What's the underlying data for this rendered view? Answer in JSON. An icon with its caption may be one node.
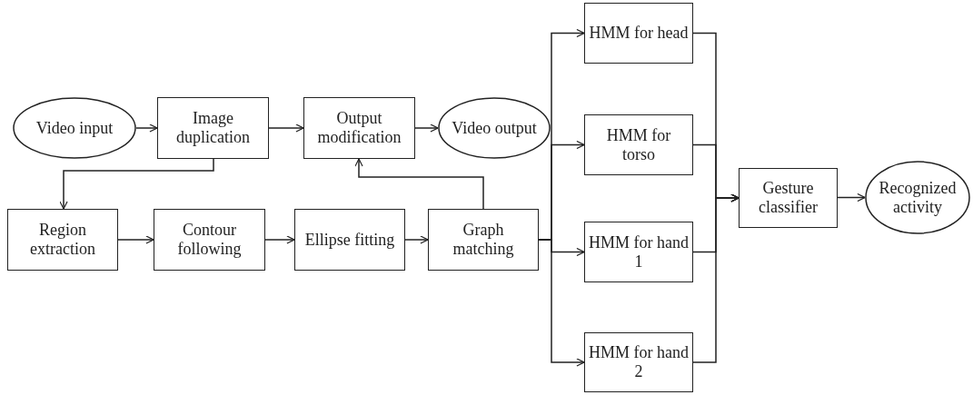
{
  "diagram": {
    "nodes": [
      {
        "text": [
          "Video input"
        ]
      },
      {
        "text": [
          "Image duplication"
        ]
      },
      {
        "text": [
          "Output modification"
        ]
      },
      {
        "text": [
          "Video output"
        ]
      },
      {
        "text": [
          "Region extraction"
        ]
      },
      {
        "text": [
          "Contour following"
        ]
      },
      {
        "text": [
          "Ellipse fitting"
        ]
      },
      {
        "text": [
          "Graph matching"
        ]
      },
      {
        "text": [
          "HMM for head"
        ]
      },
      {
        "text": [
          "HMM for torso"
        ]
      },
      {
        "text": [
          "HMM for hand 1"
        ]
      },
      {
        "text": [
          "HMM for hand 2"
        ]
      },
      {
        "text": [
          "Gesture classifier"
        ]
      },
      {
        "text": [
          "Recognized activity"
        ]
      }
    ],
    "edges": [
      {
        "from": 0,
        "to": 1,
        "arrow": "to"
      },
      {
        "from": 1,
        "to": 2,
        "arrow": "to"
      },
      {
        "from": 2,
        "to": 3,
        "arrow": "to"
      },
      {
        "from": 1,
        "to": 4,
        "arrow": "to"
      },
      {
        "from": 4,
        "to": 5,
        "arrow": "to"
      },
      {
        "from": 5,
        "to": 6,
        "arrow": "to"
      },
      {
        "from": 6,
        "to": 7,
        "arrow": "to"
      },
      {
        "from": 7,
        "to": 2,
        "arrow": "to"
      },
      {
        "from": 7,
        "to": 8,
        "arrow": "to"
      },
      {
        "from": 7,
        "to": 9,
        "arrow": "to"
      },
      {
        "from": 7,
        "to": 10,
        "arrow": "to"
      },
      {
        "from": 7,
        "to": 11,
        "arrow": "to"
      },
      {
        "from": 8,
        "to": 12,
        "arrow": "to"
      },
      {
        "from": 9,
        "to": 12,
        "arrow": "to"
      },
      {
        "from": 10,
        "to": 12,
        "arrow": "to"
      },
      {
        "from": 11,
        "to": 12,
        "arrow": "to"
      },
      {
        "from": 12,
        "to": 13,
        "arrow": "to"
      }
    ]
  }
}
